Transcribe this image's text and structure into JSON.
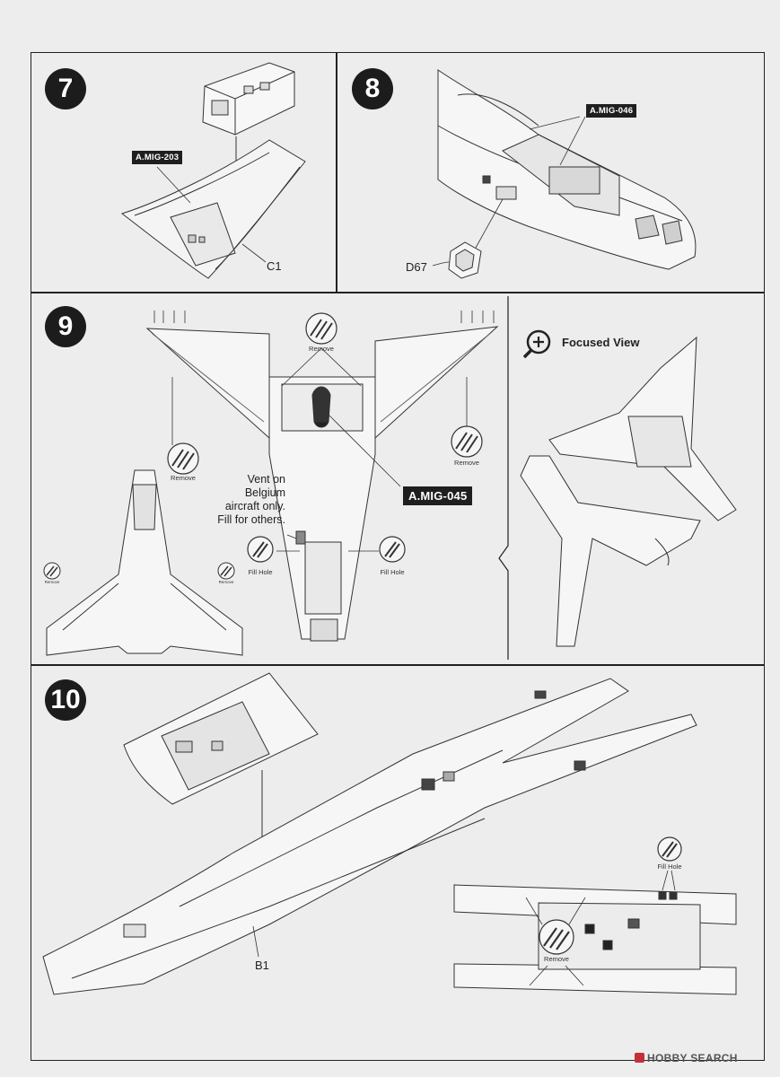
{
  "steps": {
    "s7": {
      "number": "7",
      "tag": "A.MIG-203",
      "part": "C1"
    },
    "s8": {
      "number": "8",
      "tag": "A.MIG-046",
      "part": "D67"
    },
    "s9": {
      "number": "9",
      "tag": "A.MIG-045",
      "remove_label": "Remove",
      "fill_hole_label": "Fill Hole",
      "note_lines": [
        "Vent on",
        "Belgium",
        "aircraft only.",
        "Fill for others."
      ],
      "focused_view": "Focused View"
    },
    "s10": {
      "number": "10",
      "part": "B1",
      "fill_hole_label": "Fill Hole",
      "remove_label": "Remove"
    }
  },
  "watermark": {
    "text": "HOBBY SEARCH"
  },
  "colors": {
    "tag_bg": "#1f1f1f",
    "line": "#222222",
    "paper": "#ededed"
  }
}
